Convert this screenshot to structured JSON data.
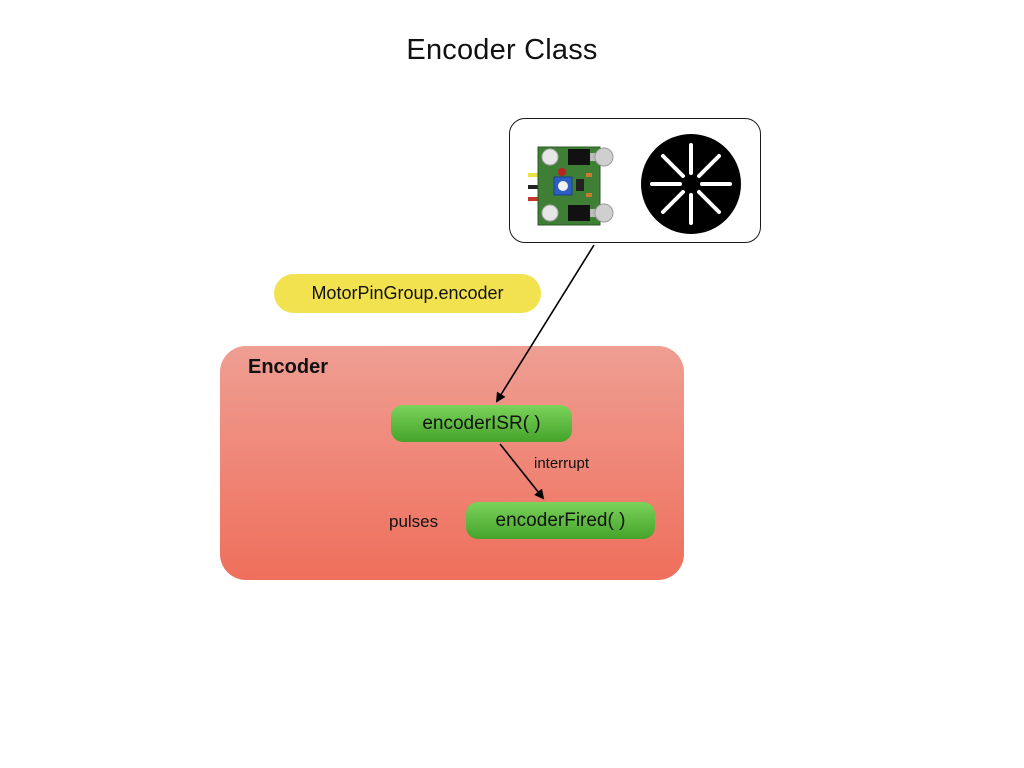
{
  "title": "Encoder Class",
  "device": {
    "sensor_icon": "ir-sensor-module-icon",
    "wheel_icon": "encoder-disc-icon"
  },
  "pin_group_label": "MotorPinGroup.encoder",
  "encoder": {
    "label": "Encoder",
    "isr_label": "encoderISR( )",
    "fired_label": "encoderFired( )",
    "interrupt_label": "interrupt",
    "pulses_label": "pulses"
  },
  "colors": {
    "pin_group": "#f3e250",
    "encoder_top": "#ef9e93",
    "encoder_bottom": "#ef6f5c",
    "method_top": "#7bd35a",
    "method_bottom": "#45a32b"
  }
}
